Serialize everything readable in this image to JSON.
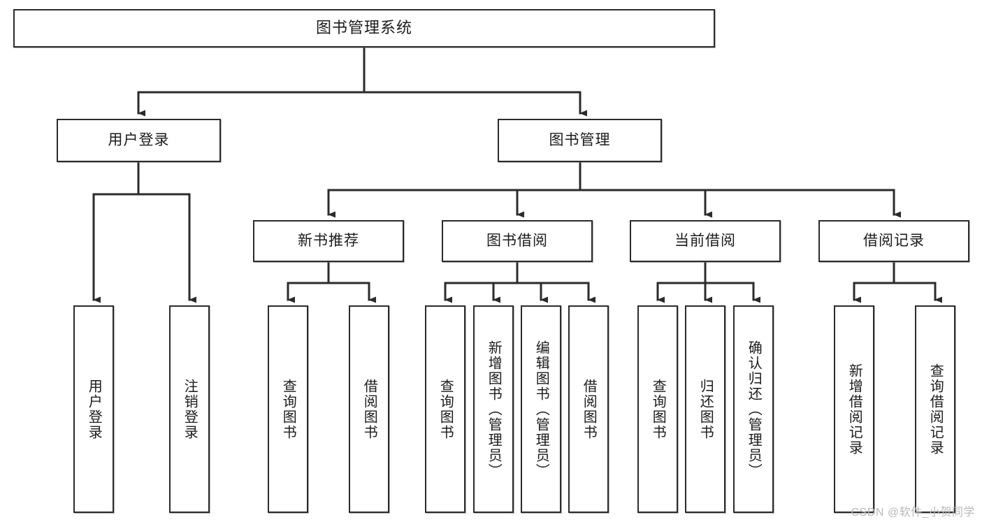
{
  "diagram": {
    "title": "图书管理系统",
    "type": "tree",
    "watermark": "CSDN @软件_小贺同学",
    "colors": {
      "border": "#2b2b2b",
      "background": "#ffffff",
      "text": "#1b1b1b",
      "edge": "#2b2b2b",
      "watermark": "#b9b9b9"
    },
    "root": {
      "label": "图书管理系统"
    },
    "level2": [
      {
        "label": "用户登录"
      },
      {
        "label": "图书管理"
      }
    ],
    "level3": [
      {
        "label": "新书推荐"
      },
      {
        "label": "图书借阅"
      },
      {
        "label": "当前借阅"
      },
      {
        "label": "借阅记录"
      }
    ],
    "leaves": {
      "user_login": [
        {
          "label": "用户登录"
        },
        {
          "label": "注销登录"
        }
      ],
      "new_book_recommend": [
        {
          "label": "查询图书"
        },
        {
          "label": "借阅图书"
        }
      ],
      "book_borrow": [
        {
          "label": "查询图书"
        },
        {
          "label": "新增图书（管理员）"
        },
        {
          "label": "编辑图书（管理员）"
        },
        {
          "label": "借阅图书"
        }
      ],
      "current_borrow": [
        {
          "label": "查询图书"
        },
        {
          "label": "归还图书"
        },
        {
          "label": "确认归还（管理员）"
        }
      ],
      "borrow_records": [
        {
          "label": "新增借阅记录"
        },
        {
          "label": "查询借阅记录"
        }
      ]
    }
  }
}
